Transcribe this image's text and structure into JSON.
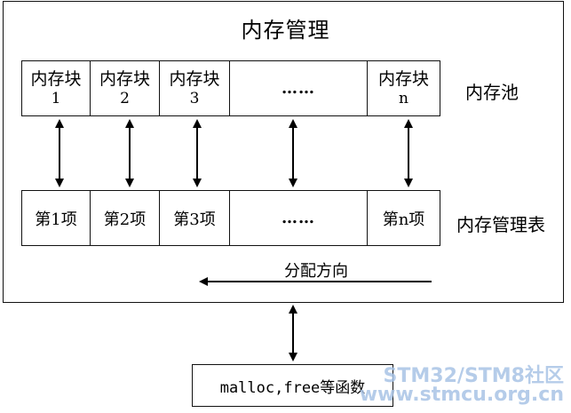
{
  "title": "内存管理",
  "pool": {
    "label": "内存池",
    "cells": [
      {
        "name": "内存块",
        "index": "1"
      },
      {
        "name": "内存块",
        "index": "2"
      },
      {
        "name": "内存块",
        "index": "3"
      },
      {
        "name": "……",
        "index": ""
      },
      {
        "name": "内存块",
        "index": "n"
      }
    ]
  },
  "table": {
    "label": "内存管理表",
    "cells": [
      "第1项",
      "第2项",
      "第3项",
      "……",
      "第n项"
    ]
  },
  "direction_label": "分配方向",
  "functions_label": "malloc,free等函数",
  "watermark": {
    "line1": "STM32/STM8社区",
    "line2": "www.stmcu.org.cn"
  }
}
